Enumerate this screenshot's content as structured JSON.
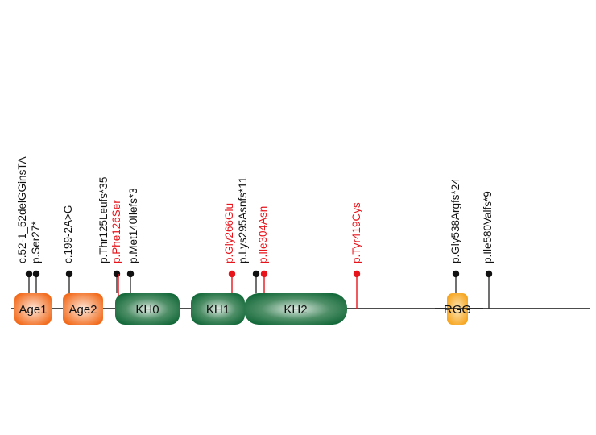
{
  "diagram": {
    "type": "protein-domain-lollipop",
    "colors": {
      "backbone": "#111111",
      "pathogenic_black": "#111111",
      "highlight_red": "#e8141b",
      "age_domain_edge": "#f26a1b",
      "age_domain_center": "#fde9dc",
      "kh_domain_edge": "#14693a",
      "kh_domain_center": "#e2eee6",
      "rgg_domain_edge": "#f6a31a",
      "rgg_domain_center": "#fde7b8"
    },
    "domains": [
      {
        "name": "Age1",
        "family": "age"
      },
      {
        "name": "Age2",
        "family": "age"
      },
      {
        "name": "KH0",
        "family": "kh"
      },
      {
        "name": "KH1",
        "family": "kh"
      },
      {
        "name": "KH2",
        "family": "kh"
      },
      {
        "name": "RGG",
        "family": "rgg"
      }
    ],
    "variants": [
      {
        "label": "c.52-1_52delGGinsTA",
        "color": "black"
      },
      {
        "label": "p.Ser27*",
        "color": "black"
      },
      {
        "label": "c.199-2A>G",
        "color": "black"
      },
      {
        "label": "p.Thr125Leufs*35",
        "color": "black"
      },
      {
        "label": "p.Phe126Ser",
        "color": "red"
      },
      {
        "label": "p.Met140Ilefs*3",
        "color": "black"
      },
      {
        "label": "p.Gly266Glu",
        "color": "red"
      },
      {
        "label": "p.Lys295Asnfs*11",
        "color": "black"
      },
      {
        "label": "p.Ile304Asn",
        "color": "red"
      },
      {
        "label": "p.Tyr419Cys",
        "color": "red"
      },
      {
        "label": "p.Gly538Argfs*24",
        "color": "black"
      },
      {
        "label": "p.Ile580Valfs*9",
        "color": "black"
      }
    ]
  }
}
